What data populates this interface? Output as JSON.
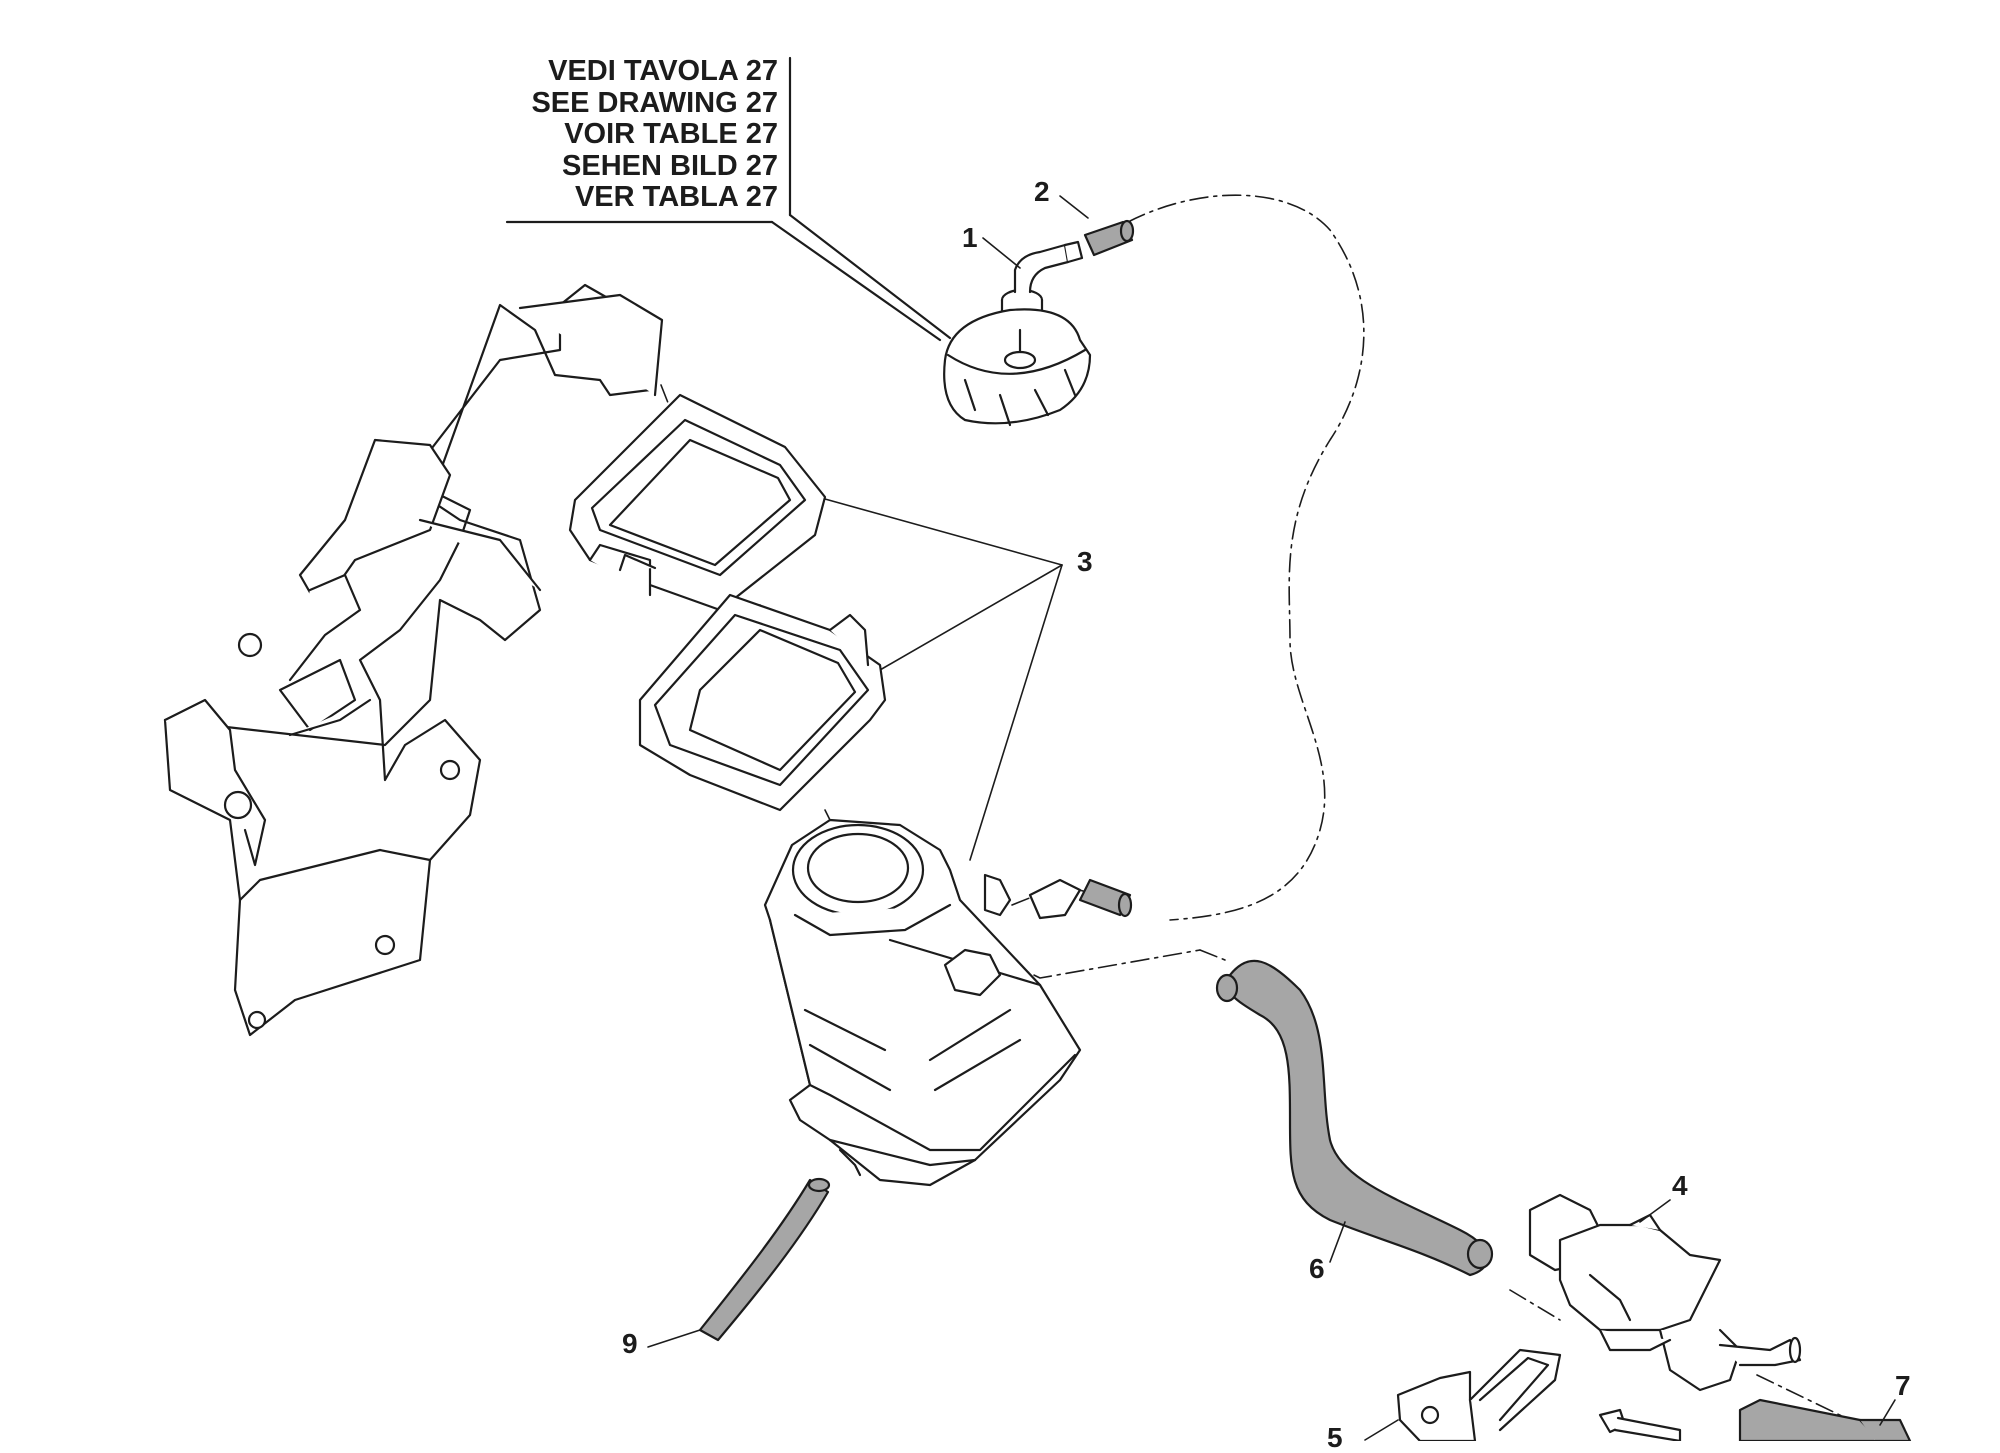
{
  "reference_note": {
    "lines": [
      "VEDI TAVOLA 27",
      "SEE DRAWING 27",
      "VOIR TABLE 27",
      "SEHEN BILD 27",
      "VER TABLA 27"
    ]
  },
  "callouts": {
    "c1": "1",
    "c2": "2",
    "c3": "3",
    "c4": "4",
    "c5": "5",
    "c6": "6",
    "c7": "7",
    "c9": "9"
  },
  "colors": {
    "line": "#1c1c1c",
    "hose_fill": "#a6a6a6",
    "part_fill": "#ffffff"
  }
}
